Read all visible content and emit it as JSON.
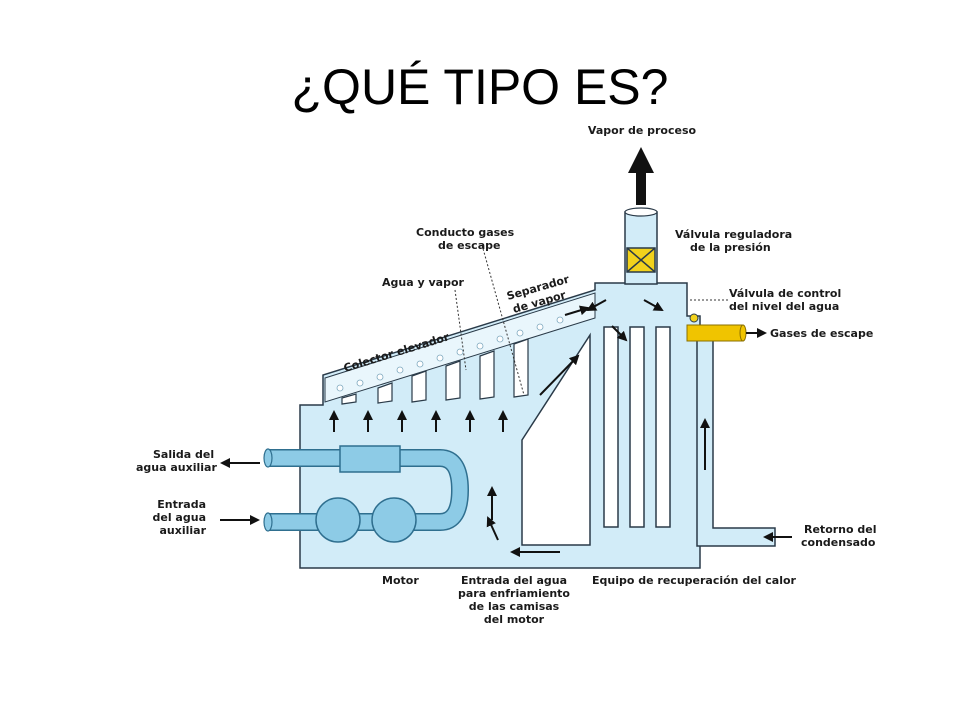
{
  "slide": {
    "title": "¿QUÉ TIPO ES?"
  },
  "diagram": {
    "labels": {
      "vapor_proceso": "Vapor de proceso",
      "valvula_presion_1": "Válvula reguladora",
      "valvula_presion_2": "de la presión",
      "conducto_1": "Conducto gases",
      "conducto_2": "de escape",
      "agua_vapor": "Agua y vapor",
      "separador_1": "Separador",
      "separador_2": "de vapor",
      "colector": "Colector elevador",
      "valvula_nivel_1": "Válvula de control",
      "valvula_nivel_2": "del nivel del agua",
      "gases_escape": "Gases de escape",
      "salida_1": "Salida del",
      "salida_2": "agua auxiliar",
      "entrada_aux_1": "Entrada",
      "entrada_aux_2": "del agua",
      "entrada_aux_3": "auxiliar",
      "retorno_1": "Retorno del",
      "retorno_2": "condensado",
      "motor": "Motor",
      "entrada_agua_1": "Entrada del agua",
      "entrada_agua_2": "para enfriamiento",
      "entrada_agua_3": "de las camisas",
      "entrada_agua_4": "del motor",
      "equipo": "Equipo de recuperación del calor"
    },
    "colors": {
      "fill": "#d2ecf8",
      "outline": "#2a3a48",
      "pipe": "#8dcbe6",
      "pipe_outline": "#2f6f8f",
      "valve": "#f2d21c",
      "exhaust": "#f0c400",
      "arrow": "#111111",
      "bubble": "#ffffff"
    }
  }
}
